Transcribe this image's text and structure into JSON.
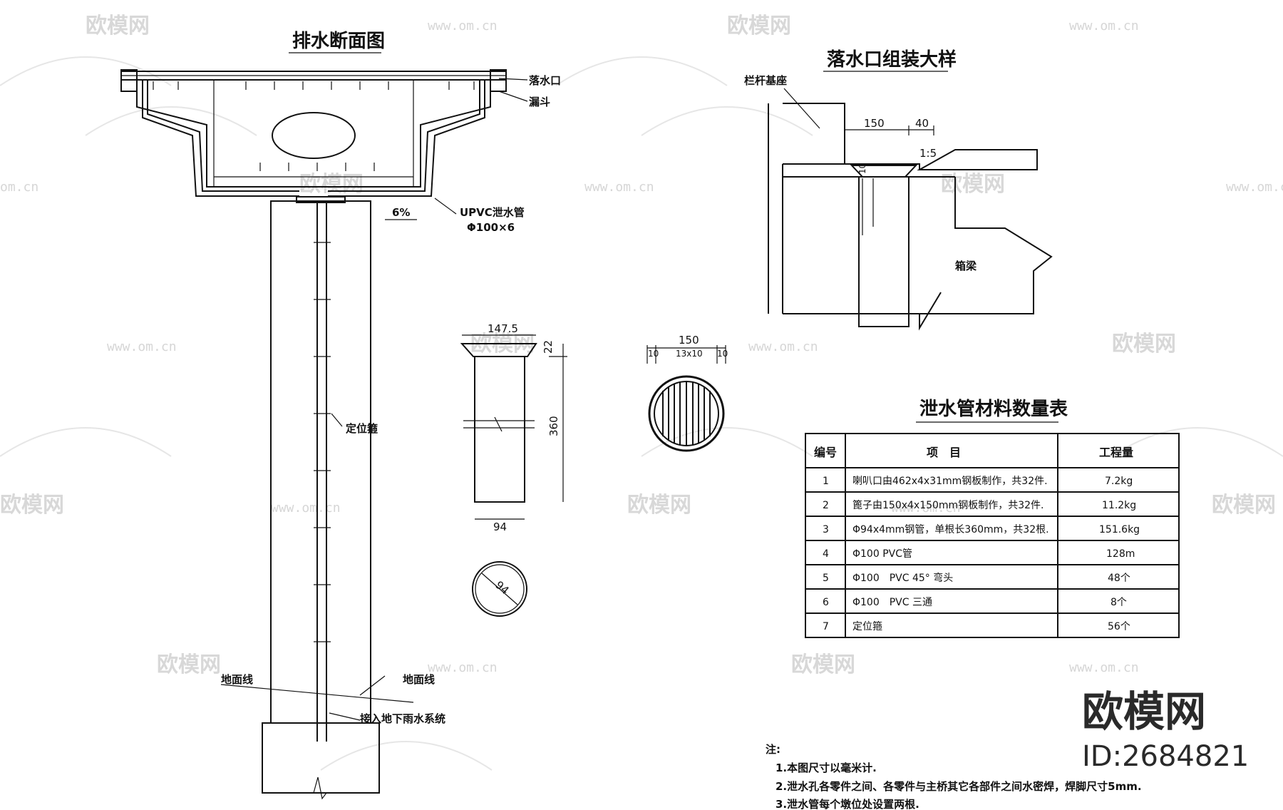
{
  "watermarks": {
    "brand": "欧模网",
    "url": "www.om.cn",
    "url_short": "om.cn"
  },
  "drainage_section": {
    "title": "排水断面图",
    "label_outlet": "落水口",
    "label_funnel": "漏斗",
    "label_pipe_name": "UPVC泄水管",
    "label_pipe_size": "Φ100×6",
    "label_slope": "6%",
    "label_locator": "定位箍",
    "label_ground_left": "地面线",
    "label_ground_right": "地面线",
    "label_connect": "接入地下雨水系统"
  },
  "pipe_detail": {
    "dim_top": "147.5",
    "dim_flange": "22",
    "dim_height": "360",
    "dim_bottom": "94",
    "dim_circle": "94"
  },
  "grate_detail": {
    "dim_total": "150",
    "dim_left": "10",
    "dim_mid": "13x10",
    "dim_right": "10"
  },
  "outlet_assembly": {
    "title": "落水口组装大样",
    "label_railing_base": "栏杆基座",
    "dim_a": "150",
    "dim_b": "40",
    "label_slope": "1:5",
    "dim_c": "10",
    "label_box_girder": "箱梁"
  },
  "material_table": {
    "title": "泄水管材料数量表",
    "headers": [
      "编号",
      "项　目",
      "工程量"
    ],
    "rows": [
      {
        "no": "1",
        "item": "喇叭口由462x4x31mm钢板制作，共32件.",
        "qty": "7.2kg"
      },
      {
        "no": "2",
        "item": "篦子由150x4x150mm钢板制作，共32件.",
        "qty": "11.2kg"
      },
      {
        "no": "3",
        "item": "Φ94x4mm钢管，单根长360mm，共32根.",
        "qty": "151.6kg"
      },
      {
        "no": "4",
        "item": "Φ100 PVC管",
        "qty": "128m"
      },
      {
        "no": "5",
        "item": "Φ100　PVC 45° 弯头",
        "qty": "48个"
      },
      {
        "no": "6",
        "item": "Φ100　PVC 三通",
        "qty": "8个"
      },
      {
        "no": "7",
        "item": "定位箍",
        "qty": "56个"
      }
    ]
  },
  "notes": {
    "heading": "注:",
    "lines": [
      "1.本图尺寸以毫米计.",
      "2.泄水孔各零件之间、各零件与主桥其它各部件之间水密焊，焊脚尺寸5mm.",
      "3.泄水管每个墩位处设置两根."
    ]
  },
  "branding": {
    "name": "欧模网",
    "id": "ID:2684821"
  }
}
